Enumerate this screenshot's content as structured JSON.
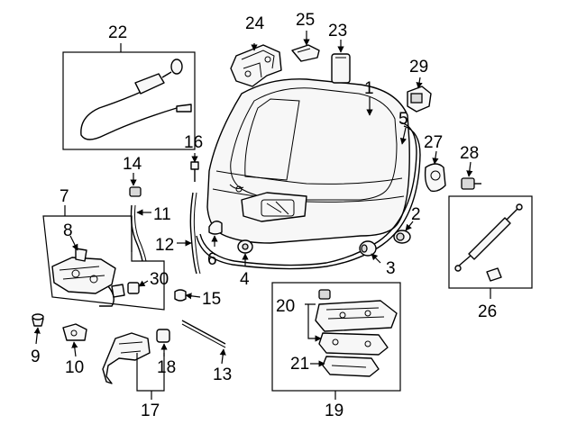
{
  "diagram": {
    "callouts": {
      "c1": "1",
      "c2": "2",
      "c3": "3",
      "c4": "4",
      "c5": "5",
      "c6": "6",
      "c7": "7",
      "c8": "8",
      "c9": "9",
      "c10": "10",
      "c11": "11",
      "c12": "12",
      "c13": "13",
      "c14": "14",
      "c15": "15",
      "c16": "16",
      "c17": "17",
      "c18": "18",
      "c19": "19",
      "c20": "20",
      "c21": "21",
      "c22": "22",
      "c23": "23",
      "c24": "24",
      "c25": "25",
      "c26": "26",
      "c27": "27",
      "c28": "28",
      "c29": "29",
      "c30": "30"
    },
    "colors": {
      "ink": "#000000",
      "background": "#ffffff"
    }
  }
}
